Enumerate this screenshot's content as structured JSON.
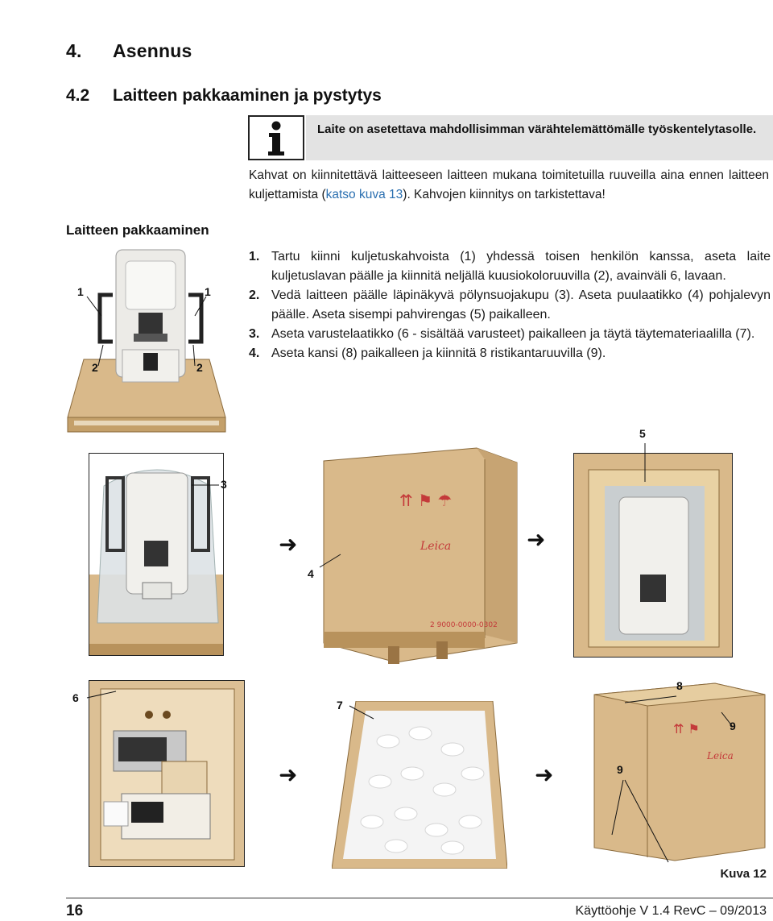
{
  "header": {
    "chapter_num": "4.",
    "chapter_title": "Asennus",
    "section_num": "4.2",
    "section_title": "Laitteen pakkaaminen ja pystytys"
  },
  "info_box": {
    "icon": "info-icon",
    "text": "Laite on asetettava mahdollisimman värähtelemättömälle työskentelytasolle."
  },
  "intro": {
    "text_before_link": "Kahvat on kiinnitettävä laitteeseen laitteen mukana toimitetuilla ruuveilla aina ennen laitteen kuljettamista (",
    "link": "katso kuva 13",
    "text_after_link": "). Kahvojen kiinnitys on tarkistettava!"
  },
  "side_heading": "Laitteen pakkaaminen",
  "steps": [
    {
      "num": "1.",
      "text": "Tartu kiinni kuljetuskahvoista (1) yhdessä toisen henkilön kanssa, aseta laite kuljetuslavan päälle ja kiinnitä neljällä kuusiokoloruuvilla (2), avainväli 6, lavaan."
    },
    {
      "num": "2.",
      "text": "Vedä laitteen päälle läpinäkyvä pölynsuojakupu (3). Aseta puulaatikko (4) pohjalevyn päälle. Aseta sisempi pahvirengas (5) paikalleen."
    },
    {
      "num": "3.",
      "text": "Aseta varustelaatikko (6 - sisältää varusteet) paikalleen ja täytä täytemateriaalilla (7)."
    },
    {
      "num": "4.",
      "text": "Aseta kansi (8) paikalleen ja kiinnitä 8 ristikantaruuvilla (9)."
    }
  ],
  "callouts": {
    "c1": "1",
    "c2": "2",
    "c3": "3",
    "c4": "4",
    "c5": "5",
    "c6": "6",
    "c7": "7",
    "c8": "8",
    "c9": "9"
  },
  "arrow_glyph": "➜",
  "caption": "Kuva 12",
  "footer": {
    "page_number": "16",
    "doc_version": "Käyttöohje V 1.4 RevC – 09/2013"
  },
  "colors": {
    "wood": "#d9b98a",
    "wood_dark": "#b8925c",
    "link": "#2a6fb0",
    "info_bar": "#e3e3e3"
  }
}
